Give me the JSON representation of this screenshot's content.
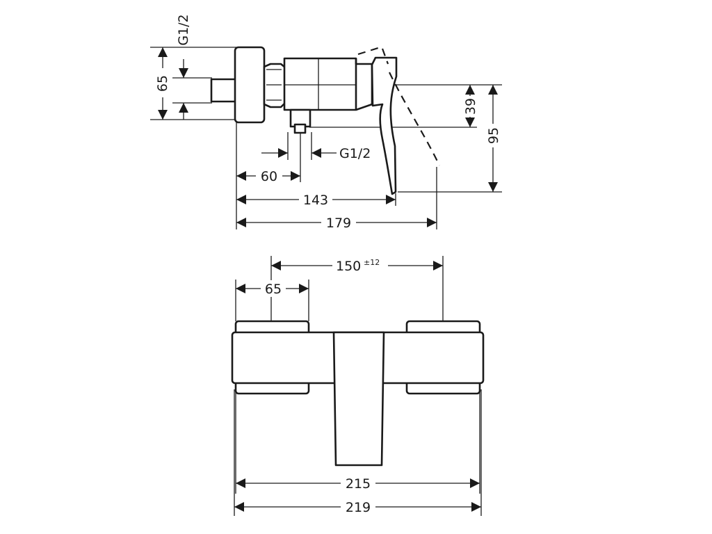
{
  "side_view": {
    "thread_top": "G1/2",
    "thread_bottom": "G1/2",
    "dim_height_65": "65",
    "dim_39": "39",
    "dim_95": "95",
    "dim_60": "60",
    "dim_143": "143",
    "dim_179": "179"
  },
  "front_view": {
    "dim_150": "150",
    "dim_150_tolerance": "±12",
    "dim_65": "65",
    "dim_215": "215",
    "dim_219": "219"
  },
  "colors": {
    "line": "#1a1a1a",
    "background": "#ffffff"
  }
}
